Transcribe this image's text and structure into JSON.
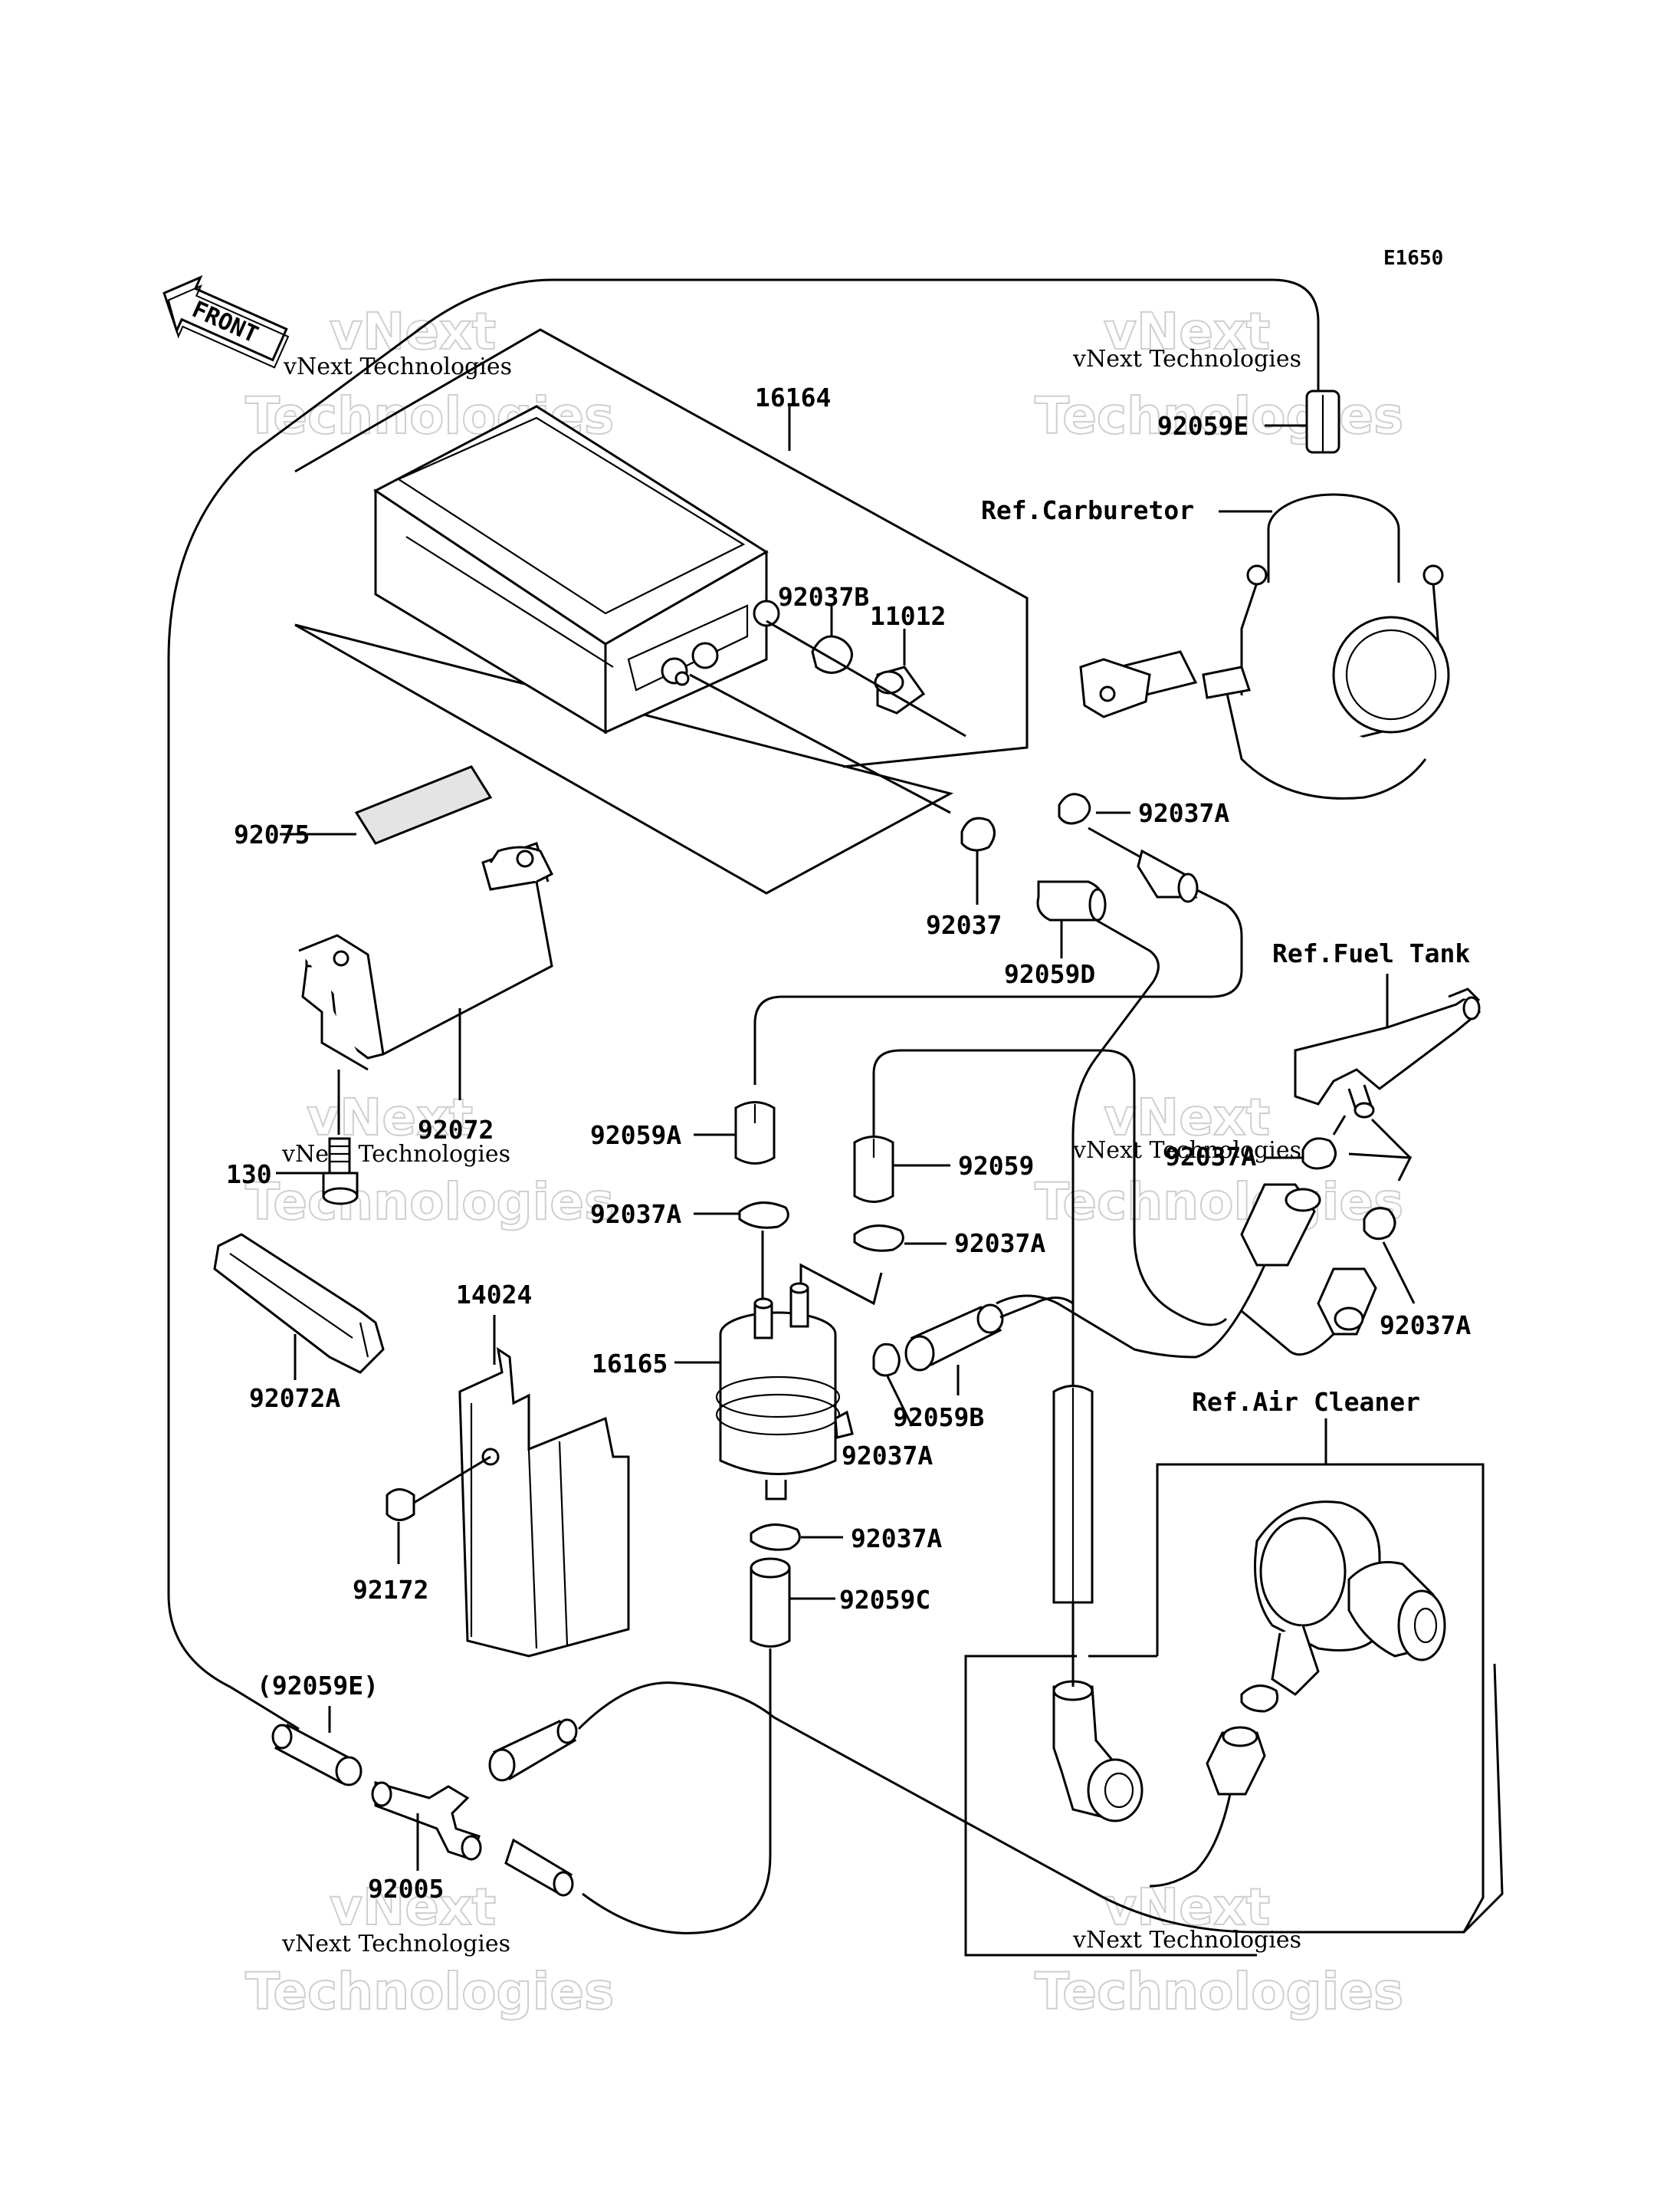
{
  "diagram": {
    "code": "E1650",
    "front_label": "FRONT",
    "labels": {
      "p16164": "16164",
      "p92037B": "92037B",
      "p11012": "11012",
      "p92059E": "92059E",
      "ref_carburetor": "Ref.Carburetor",
      "p92037A_top": "92037A",
      "p92075": "92075",
      "p92037": "92037",
      "p92059D": "92059D",
      "ref_fuel_tank": "Ref.Fuel Tank",
      "p92072": "92072",
      "p92059A": "92059A",
      "p92059": "92059",
      "p130": "130",
      "p92037A_right1": "92037A",
      "p92037A_left": "92037A",
      "p92037A_mid": "92037A",
      "p92037A_right2": "92037A",
      "p14024": "14024",
      "p16165": "16165",
      "p92059B": "92059B",
      "p92072A": "92072A",
      "p92037A_low1": "92037A",
      "ref_air_cleaner": "Ref.Air Cleaner",
      "p92172": "92172",
      "p92037A_low2": "92037A",
      "p92059C": "92059C",
      "p92059E_ref": "(92059E)",
      "p92005": "92005"
    },
    "watermarks": {
      "line1": "vNext",
      "line2": "vNext Technologies",
      "line3": "Technologies"
    }
  }
}
